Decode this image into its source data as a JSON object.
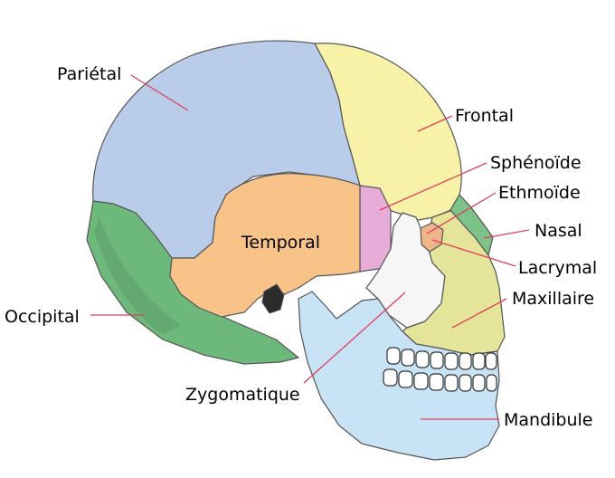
{
  "labels": {
    "parietal": "Pariétal",
    "frontal": "Frontal",
    "sphenoide": "Sphénoïde",
    "ethmoide": "Ethmoïde",
    "nasal": "Nasal",
    "lacrymal": "Lacrymal",
    "maxillaire": "Maxillaire",
    "mandibule": "Mandibule",
    "zygomatique": "Zygomatique",
    "occipital": "Occipital",
    "temporal": "Temporal"
  },
  "colors": {
    "parietal": "#b9cdea",
    "frontal": "#f8f2a8",
    "occipital": "#6db87b",
    "temporal": "#f8c389",
    "sphenoide": "#e8acd8",
    "zygomatique": "#f6f6f6",
    "maxillaire": "#e4e49a",
    "mandibule": "#c8e3f6",
    "nasal": "#7dc389",
    "lacrymal": "#f0b48a",
    "leader": "#e0405a"
  }
}
